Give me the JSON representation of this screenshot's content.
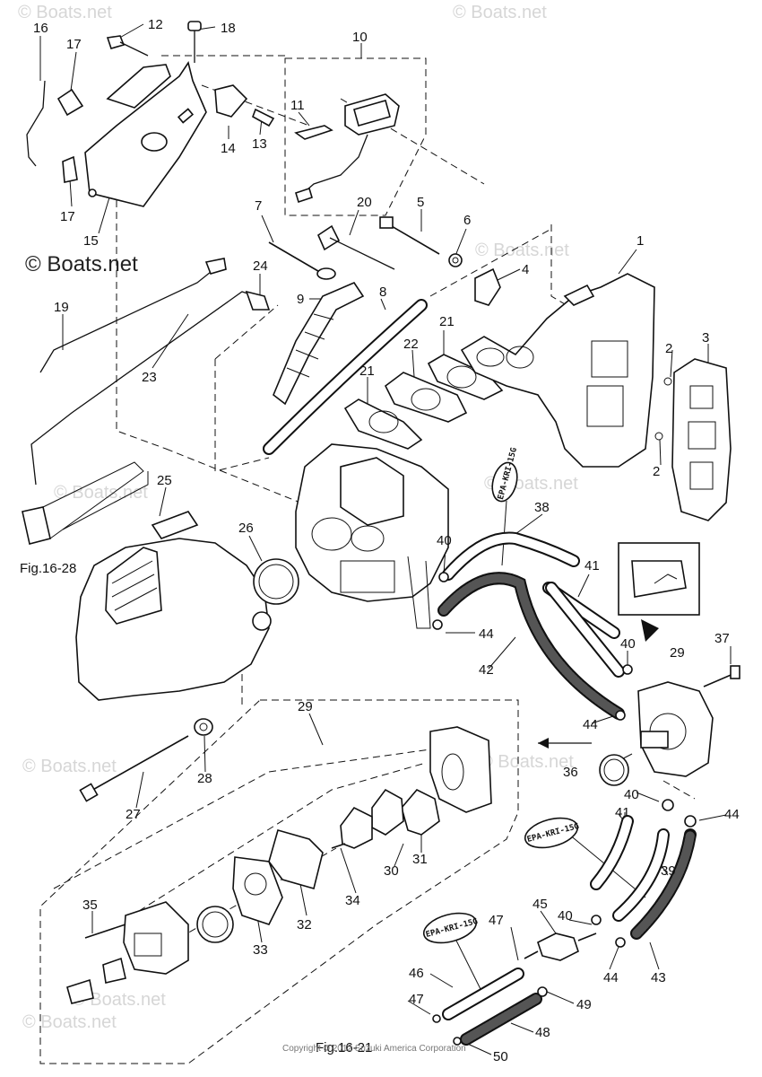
{
  "watermarks": {
    "main": "© Boats.net",
    "faint": "© Boats.net"
  },
  "figure_refs": {
    "left": "Fig.16-28",
    "bottom": "Fig.16-21"
  },
  "fuel_tags": [
    "EPA-KRI-15G",
    "EPA-KRI-15G",
    "EPA-KRI-15G"
  ],
  "copyright": "Copyright © 2012 Suzuki America Corporation",
  "callouts": [
    "1",
    "2",
    "2",
    "3",
    "4",
    "5",
    "6",
    "7",
    "8",
    "9",
    "10",
    "11",
    "12",
    "13",
    "14",
    "15",
    "16",
    "17",
    "17",
    "18",
    "19",
    "20",
    "21",
    "21",
    "22",
    "23",
    "24",
    "25",
    "26",
    "27",
    "28",
    "29",
    "29",
    "30",
    "31",
    "32",
    "33",
    "34",
    "35",
    "36",
    "37",
    "38",
    "39",
    "40",
    "40",
    "40",
    "40",
    "41",
    "41",
    "42",
    "43",
    "44",
    "44",
    "44",
    "44",
    "45",
    "46",
    "47",
    "47",
    "48",
    "49",
    "50"
  ]
}
